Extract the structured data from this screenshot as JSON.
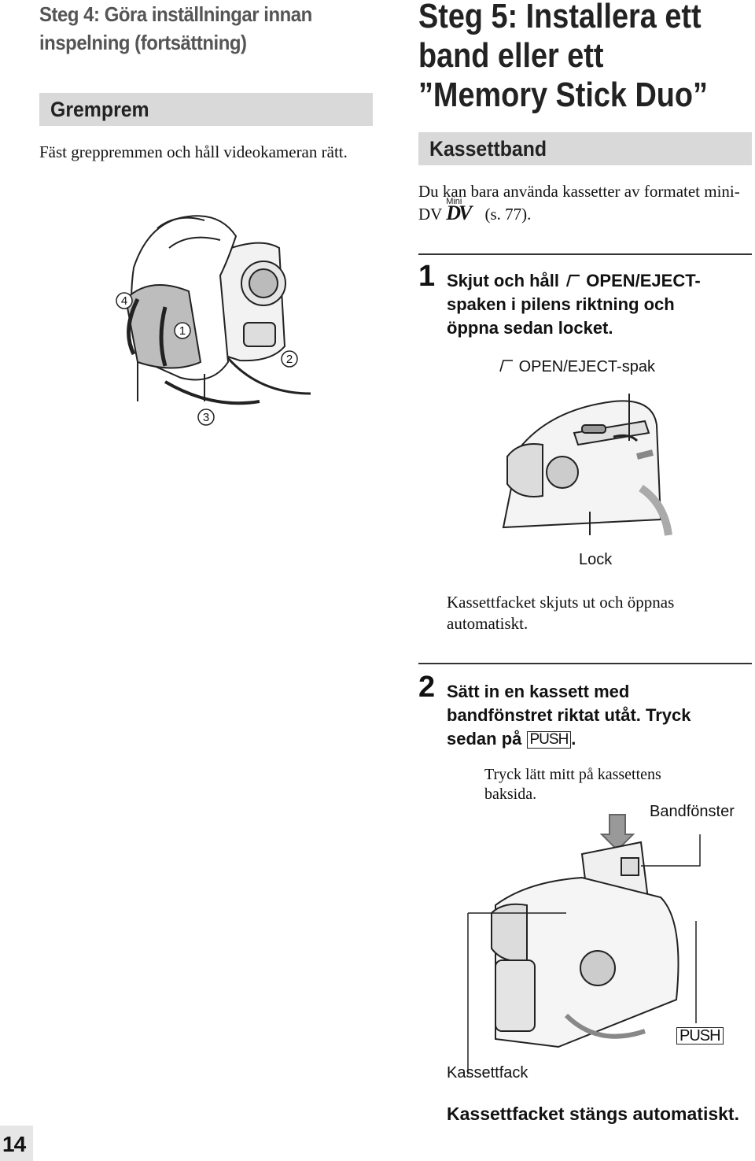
{
  "left": {
    "header": "Steg 4: Göra inställningar innan inspelning (fortsättning)",
    "section_title": "Gremprem",
    "text": "Fäst greppremmen och håll videokameran rätt.",
    "callouts": [
      "1",
      "2",
      "3",
      "4"
    ]
  },
  "right": {
    "title_line1": "Steg 5: Installera ett",
    "title_line2": "band eller ett",
    "title_line3": "”Memory Stick Duo”",
    "section_title": "Kassettband",
    "intro_text": "Du kan bara använda kassetter av formatet mini-DV",
    "intro_logo_small": "Mini",
    "intro_logo_big": "DV",
    "intro_ref": "(s. 77).",
    "step1": {
      "number": "1",
      "text_a": "Skjut och håll",
      "text_b": "OPEN/EJECT-",
      "text_c": "spaken i pilens riktning och",
      "text_d": "öppna sedan locket.",
      "label_lever": "OPEN/EJECT-spak",
      "label_lock": "Lock",
      "note": "Kassettfacket skjuts ut och öppnas automatiskt."
    },
    "step2": {
      "number": "2",
      "text_a": "Sätt in en kassett med",
      "text_b": "bandfönstret riktat utåt. Tryck",
      "text_c": "sedan på",
      "push_label": "PUSH",
      "text_end": ".",
      "note": "Tryck lätt mitt på kassettens baksida.",
      "label_window": "Bandfönster",
      "label_push": "PUSH",
      "label_tray": "Kassettfack",
      "closing": "Kassettfacket stängs automatiskt."
    }
  },
  "page_number": "14"
}
